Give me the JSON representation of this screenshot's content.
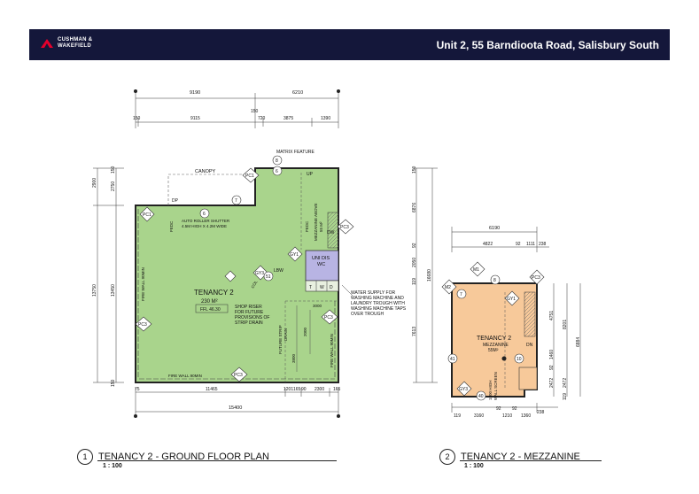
{
  "header": {
    "logo_line1": "CUSHMAN &",
    "logo_line2": "WAKEFIELD",
    "address": "Unit 2, 55 Barndioota Road, Salisbury South",
    "brand_color": "#14173a",
    "logo_color": "#e4002b"
  },
  "ground_plan": {
    "title": "TENANCY 2 - GROUND FLOOR PLAN",
    "number": "1",
    "scale": "1 : 100",
    "tenancy_label": "TENANCY 2",
    "area": "230 M²",
    "ffl": "FFL 46.30",
    "canopy": "CANOPY",
    "matrix_feature": "MATRIX FEATURE",
    "auto_shutter": "AUTO ROLLER SHUTTER",
    "shutter_size": "4.5M HIGH X 4.2M WIDE",
    "fire_wall_left": "FIRE WALL 90MIN",
    "fire_wall_bottom": "FIRE WALL 90MIN",
    "fire_wall_right": "FIRE WALL 90MIN",
    "shop_riser_1": "SHOP RISER",
    "shop_riser_2": "FOR FUTURE",
    "shop_riser_3": "PROVISIONS OF",
    "shop_riser_4": "STRIP DRAIN",
    "future_strip": "FUTURE STRIP",
    "drain": "DRAIN",
    "mezz_above": "MEZZANINE ABOVE",
    "mezz_above_area": "55 M²",
    "uni_dis": "UNI DIS",
    "wc": "WC",
    "water_1": "WATER SUPPLY FOR",
    "water_2": "WASHING MACHINE AND",
    "water_3": "LAUNDRY TROUGH WITH",
    "water_4": "WASHING MACHINE TAPS",
    "water_5": "OVER TROUGH",
    "fedc": "FEDC",
    "dp": "DP",
    "up": "UP",
    "dw": "DW",
    "lbw": "LBW",
    "col": "COL",
    "t": "T",
    "w": "W",
    "d": "D",
    "tags": {
      "pc1a": "PC1",
      "pc1b": "PC1",
      "pc3a": "PC3",
      "pc3b": "PC3",
      "pc3c": "PC3",
      "pc3d": "PC3",
      "gy1": "GY1",
      "gy3": "GY3"
    },
    "nums": {
      "n6a": "6",
      "n6b": "6",
      "n7": "7",
      "n8": "8",
      "n51": "51"
    },
    "dims_top1": [
      "9190",
      "6210"
    ],
    "dims_top_mid": "150",
    "dims_top2": [
      "150",
      "9115",
      "720",
      "3875",
      "1390"
    ],
    "dims_left": [
      "2900",
      "150",
      "2750",
      "13750",
      "13450",
      "150"
    ],
    "dims_bottom1": [
      "75",
      "11465",
      "1201",
      "165",
      "90",
      "2300",
      "165"
    ],
    "dims_bottom2": "15400",
    "dims_inner": [
      "3000",
      "2000",
      "3800"
    ]
  },
  "mezz_plan": {
    "title": "TENANCY 2 - MEZZANINE",
    "number": "2",
    "scale": "1 : 100",
    "tenancy_label": "TENANCY 2",
    "sub": "MEZZANINE",
    "area": "55M²",
    "screen_1": "1800 HIGH",
    "screen_2": "WALL SCREEN",
    "dn": "DN",
    "tags": {
      "m1": "M1",
      "m2": "M2",
      "pc3": "PC3",
      "gy1": "GY1",
      "gy3": "GY3"
    },
    "nums": {
      "n7": "7",
      "n8": "8",
      "n10": "10",
      "n40": "40",
      "n41": "41"
    },
    "dims_top1": "6190",
    "dims_top2": [
      "4822",
      "92",
      "1111",
      "238"
    ],
    "dims_left": [
      "150",
      "6876",
      "92",
      "2050",
      "119",
      "7613",
      "16680"
    ],
    "dims_right": [
      "4751",
      "8201",
      "6884",
      "1460",
      "92",
      "2472",
      "2472",
      "119"
    ],
    "dims_bottom": [
      "119",
      "3160",
      "92",
      "1210",
      "1360",
      "238",
      "92"
    ]
  }
}
